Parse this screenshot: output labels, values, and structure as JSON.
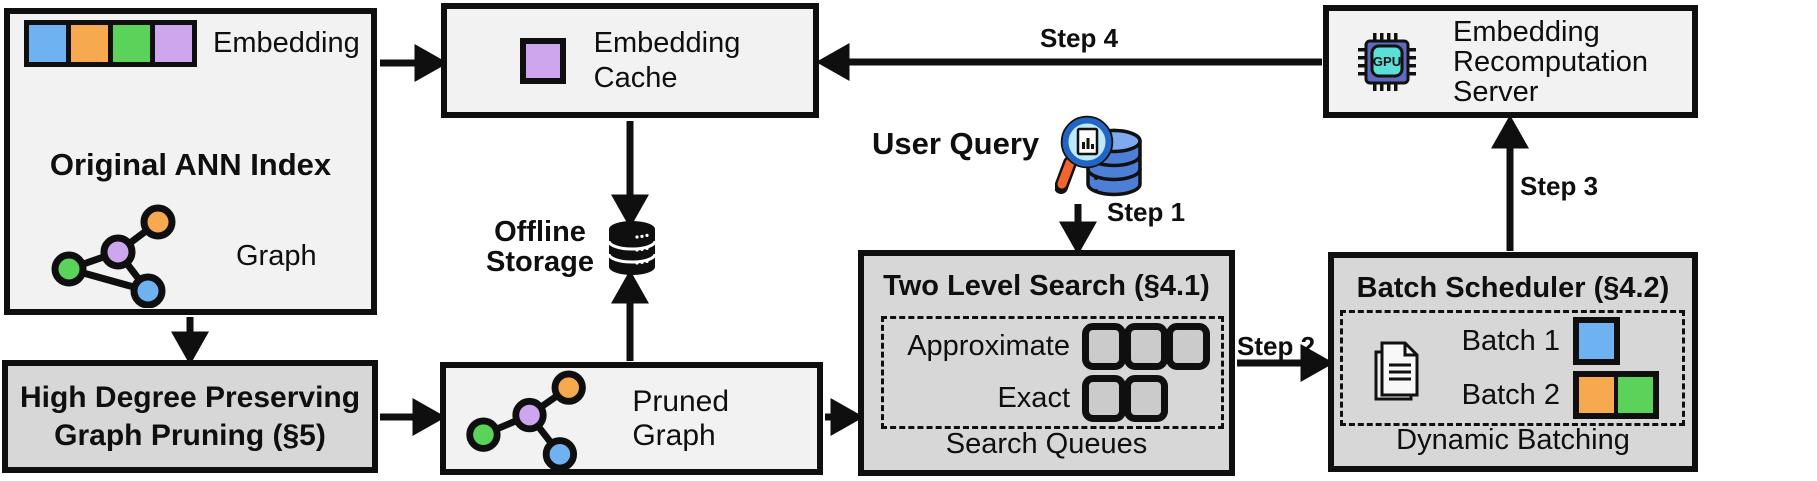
{
  "palette": {
    "box_light_bg": "#f2f2f2",
    "box_dark_bg": "#d7d7d7",
    "outline": "#0f0f0f",
    "embedding_colors": [
      "#6FB2F2",
      "#F6A94F",
      "#5BD35B",
      "#CDA6EE"
    ],
    "cache_square_color": "#CDA6EE",
    "graph_node_colors": [
      "#F6A94F",
      "#CDA6EE",
      "#5BD35B",
      "#6FB2F2"
    ],
    "queue_slot_bg": "#cbcbcb",
    "gpu_chip_color": "#5C6BC0",
    "gpu_die_color": "#5BE0D8",
    "magnifier_handle_color": "#F2662E",
    "query_db_color": "#4D7FD6"
  },
  "original_ann_index": {
    "embedding_label": "Embedding",
    "title": "Original ANN Index",
    "graph_label": "Graph"
  },
  "embedding_cache": {
    "line1": "Embedding",
    "line2": "Cache"
  },
  "offline_storage": {
    "line1": "Offline",
    "line2": "Storage"
  },
  "user_query": {
    "label": "User Query"
  },
  "steps": {
    "step1": "Step 1",
    "step2": "Step 2",
    "step3": "Step 3",
    "step4": "Step 4"
  },
  "two_level_search": {
    "title": "Two Level Search (§4.1)",
    "approximate_label": "Approximate",
    "exact_label": "Exact",
    "approximate_slots": 3,
    "exact_slots": 2,
    "caption": "Search Queues"
  },
  "batch_scheduler": {
    "title": "Batch Scheduler (§4.2)",
    "batch1_label": "Batch 1",
    "batch2_label": "Batch 2",
    "batch1_colors": [
      "#6FB2F2"
    ],
    "batch2_colors": [
      "#F6A94F",
      "#5BD35B"
    ],
    "caption": "Dynamic Batching"
  },
  "recomputation_server": {
    "line1": "Embedding",
    "line2": "Recomputation",
    "line3": "Server",
    "gpu_label": "GPU"
  },
  "high_degree_pruning": {
    "line1": "High Degree Preserving",
    "line2": "Graph Pruning (§5)"
  },
  "pruned_graph": {
    "label": "Pruned Graph"
  }
}
